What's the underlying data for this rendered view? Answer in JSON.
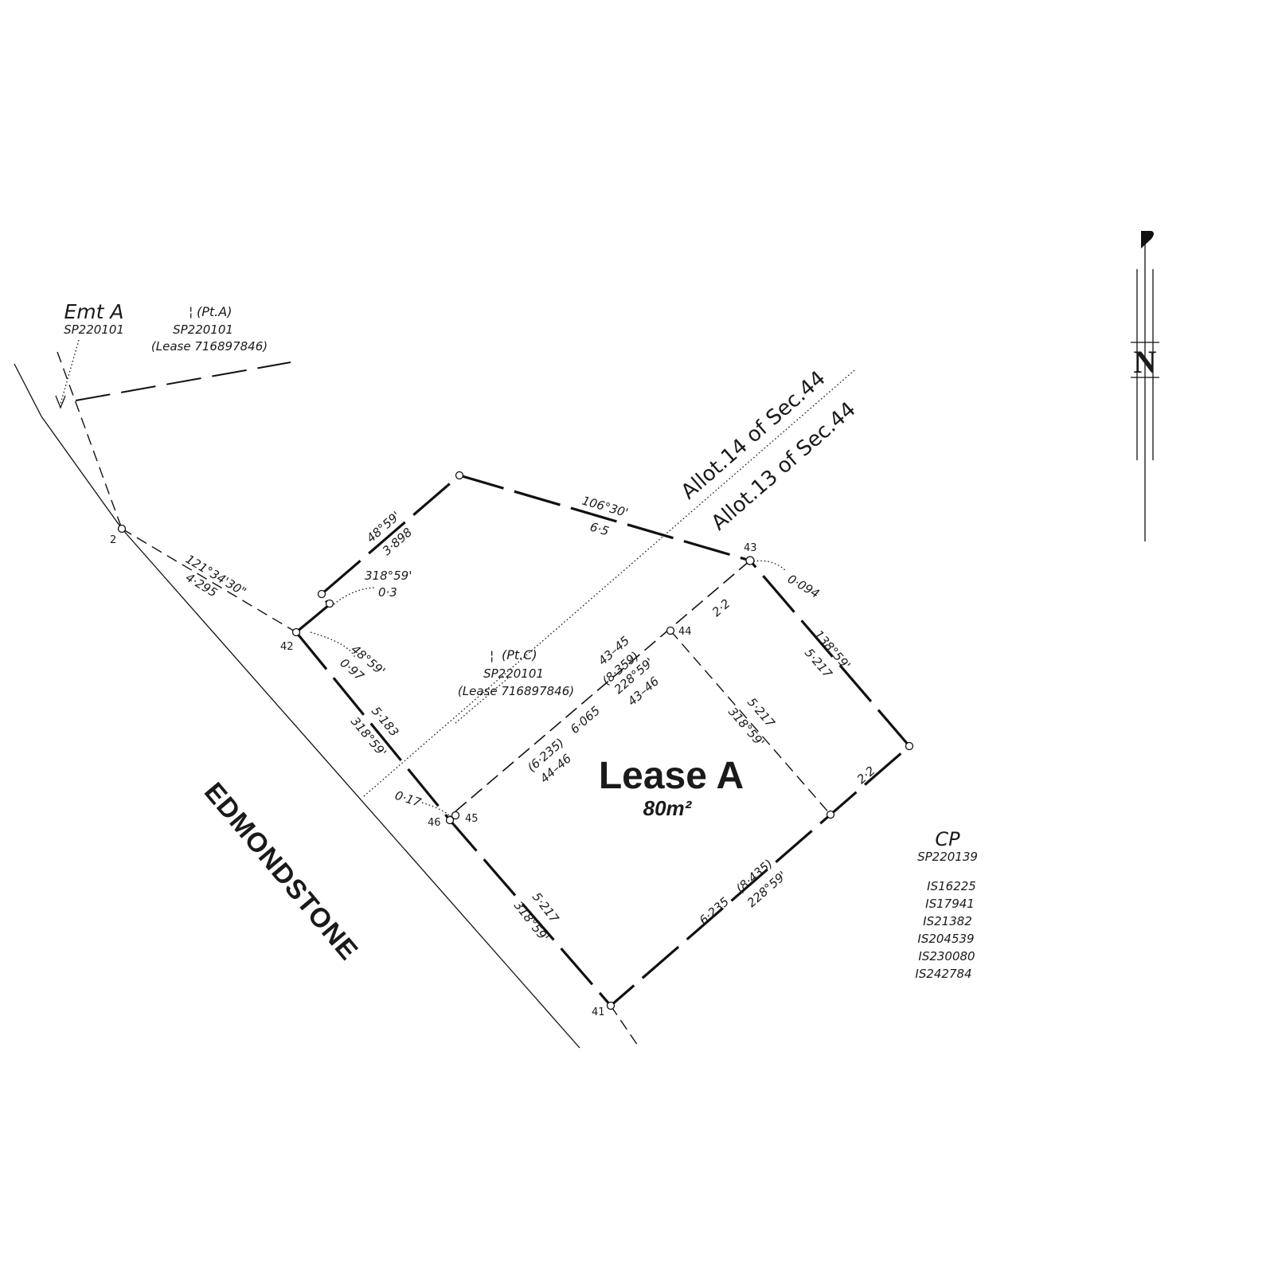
{
  "lease": {
    "title": "Lease A",
    "area": "80m²"
  },
  "road": {
    "name": "EDMONDSTONE"
  },
  "allotments": {
    "upper": "Allot.14 of Sec.44",
    "lower": "Allot.13 of Sec.44"
  },
  "north": {
    "letter": "N"
  },
  "easement": {
    "name": "Emt A",
    "plan": "SP220101"
  },
  "part_a": {
    "glyph": "¦",
    "name": "(Pt.A)",
    "plan": "SP220101",
    "lease": "(Lease 716897846)"
  },
  "part_c": {
    "glyph": "¦",
    "name": "(Pt.C)",
    "plan": "SP220101",
    "lease": "(Lease 716897846)"
  },
  "cp": {
    "name": "CP",
    "plan": "SP220139",
    "refs": [
      "IS16225",
      "IS17941",
      "IS21382",
      "IS204539",
      "IS230080",
      "IS242784"
    ]
  },
  "points": {
    "p2": "2",
    "p41": "41",
    "p42": "42",
    "p43": "43",
    "p44": "44",
    "p45": "45",
    "p46": "46"
  },
  "dimensions": {
    "d_2_42_bearing": "121°34'30\"",
    "d_2_42_dist": "4·295",
    "d_nw_bearing": "48°59'",
    "d_nw_dist": "3·898",
    "d_top_bearing": "106°30'",
    "d_top_dist": "6·5",
    "d_small_bearing": "318°59'",
    "d_small_dist": "0·3",
    "d_42_bearing": "48°59'",
    "d_42_dist": "0·97",
    "d_43_offset": "0·094",
    "d_43_44": "2·2",
    "d_east_bearing": "138°59'",
    "d_east_dist": "5·217",
    "d_west_dist": "5·183",
    "d_west_bearing": "318°59'",
    "d_diag_ref_a": "43–45",
    "d_diag_total_a": "(8·359)",
    "d_diag_bearing": "228°59'",
    "d_diag_ref_b": "43–46",
    "d_diag_total_b": "(6·235)",
    "d_diag_dist": "6·065",
    "d_diag_ref_c": "44–46",
    "d_inner_dist": "5·217",
    "d_inner_bearing": "318°59'",
    "d_45_offset": "0·17",
    "d_se_short": "2·2",
    "d_sw_dist": "5·217",
    "d_sw_bearing": "318°59'",
    "d_south_dist": "6·235",
    "d_south_total": "(8·435)",
    "d_south_bearing": "228°59'"
  }
}
